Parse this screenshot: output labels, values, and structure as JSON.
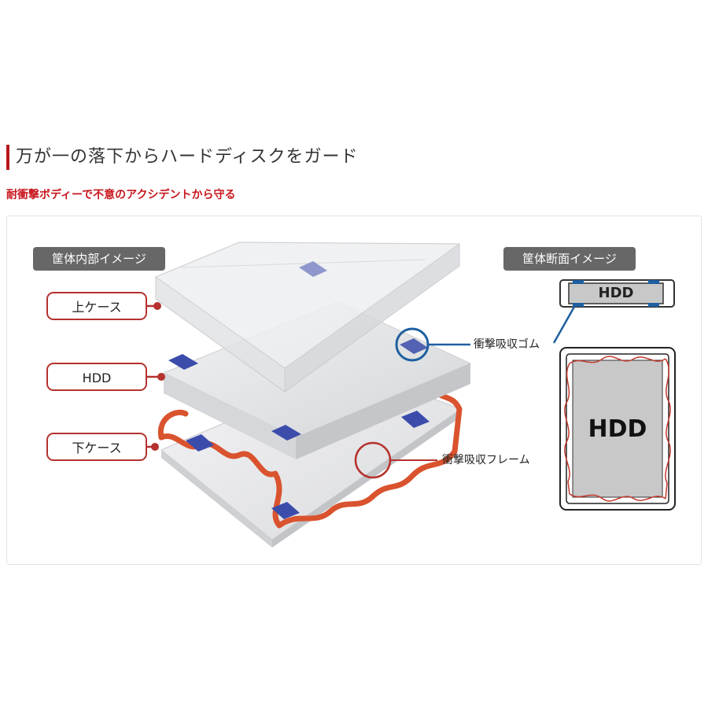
{
  "header": {
    "title": "万が一の落下からハードディスクをガード",
    "subtitle": "耐衝撃ボディーで不意のアクシデントから守る"
  },
  "left_figure": {
    "tag": "筐体内部イメージ",
    "labels": {
      "upper_case": "上ケース",
      "hdd": "HDD",
      "lower_case": "下ケース"
    },
    "rubber_label": "衝撃吸収ゴム",
    "frame_label": "衝撃吸収フレーム"
  },
  "right_figure": {
    "tag": "筐体断面イメージ",
    "small_hdd": "HDD",
    "large_hdd": "HDD"
  },
  "colors": {
    "accent_red": "#b8181f",
    "callout_border": "#b5322f",
    "rubber_blue": "#3b4cab",
    "frame_orange": "#d9532e",
    "leader_blue": "#1f5fa0",
    "tag_gray": "#676767",
    "hdd_gray": "#c8c8c8"
  }
}
